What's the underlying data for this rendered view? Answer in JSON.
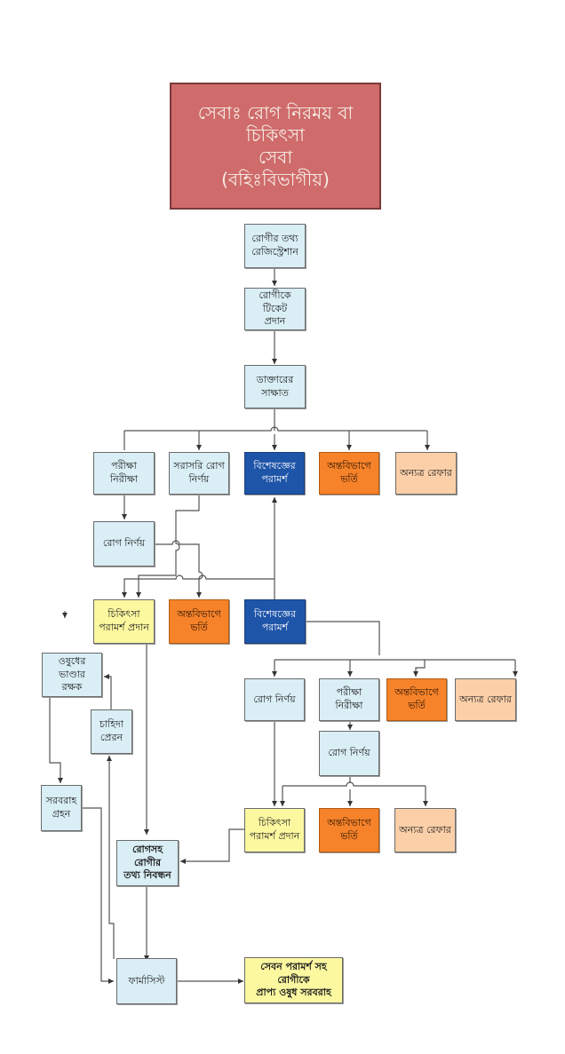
{
  "diagram": {
    "title": "সেবাঃ রোগ নিরময় বা চিকিৎসা\nসেবা\n(বহিঃবিভাগীয়)",
    "colors": {
      "title": "#cf6b6b",
      "process": "#d9eef5",
      "treatment": "#fcf8a0",
      "specialist": "#1f55a8",
      "admission": "#f6822a",
      "referral": "#fbcfa8",
      "line": "#555555"
    },
    "nodes": {
      "registration": "রোগীর তথ্য\nরেজিস্ট্রেশান",
      "ticket": "রোগীকে টিকেট\nপ্রদান",
      "doctor": "ডাক্তারের\nসাক্ষাত",
      "test1": "পরীক্ষা নিরীক্ষা",
      "direct_diag": "সরাসরি রোগ\nনির্ণয়",
      "specialist1": "বিশেষজ্ঞের\nপরামর্শ",
      "admit1": "অন্তবিভাগে\nভর্তি",
      "refer1": "অন্যত্র রেফার",
      "diag1": "রোগ নির্ণয়",
      "treat1": "চিকিৎসা\nপরামর্শ প্রদান",
      "admit2": "অন্তবিভাগে\nভর্তি",
      "specialist2": "বিশেষজ্ঞের\nপরামর্শ",
      "store": "ওষুধের ভাণ্ডার\nরক্ষক",
      "demand": "চাহিদা\nপ্রেরন",
      "supply": "সরবরাহ\nগ্রহন",
      "diag2": "রোগ নির্ণয়",
      "test2": "পরীক্ষা নিরীক্ষা",
      "admit3": "অন্তবিভাগে\nভর্তি",
      "refer2": "অন্যত্র রেফার",
      "diag3": "রোগ নির্ণয়",
      "treat2": "চিকিৎসা\nপরামর্শ প্রদান",
      "admit4": "অন্তবিভাগে\nভর্তি",
      "refer3": "অন্যত্র রেফার",
      "record": "রোগসহ রোগীর\nতথ্য নিবন্ধন",
      "pharmacist": "ফার্মাসিস্ট",
      "dispense": "সেবন পরামর্শ সহ রোগীকে\nপ্রাপ্য ওষুধ সরবরাহ"
    }
  }
}
